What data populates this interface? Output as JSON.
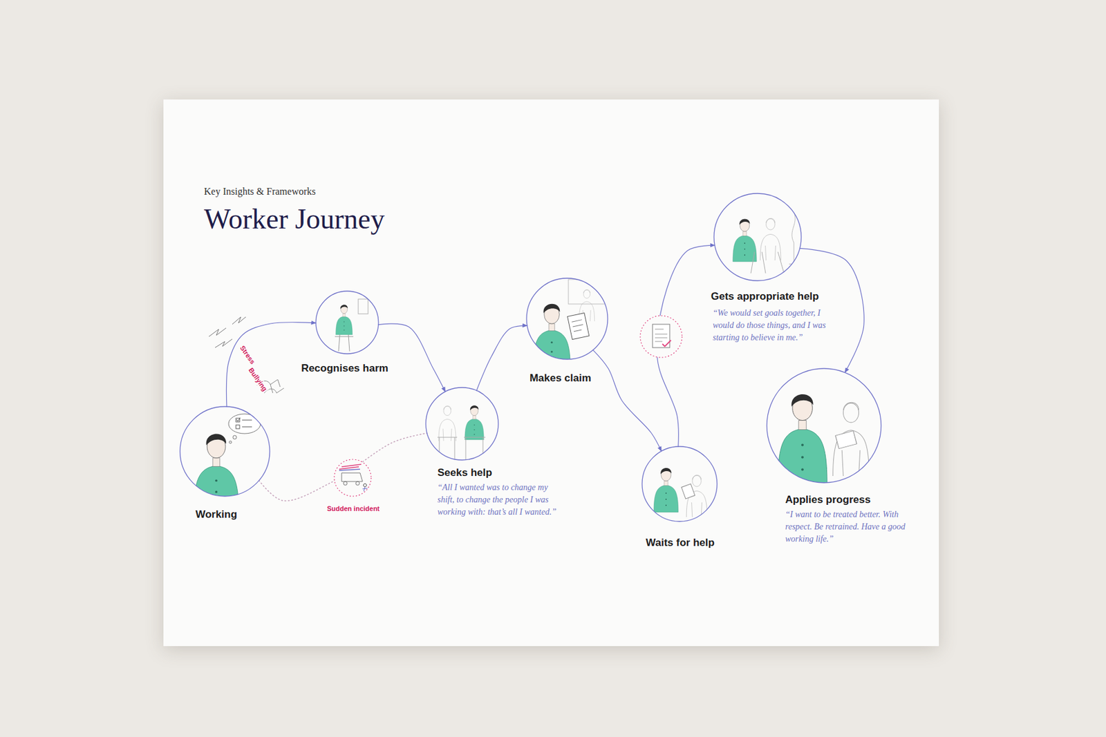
{
  "diagram": {
    "title": "Worker Journey",
    "nodes": [
      {
        "text": [
          "Working"
        ]
      },
      {
        "text": [
          "Recognises harm"
        ]
      },
      {
        "text": [
          "Seeks help",
          "“All I wanted was to change my shift, to change the people I was working with: that’s all I wanted.”"
        ]
      },
      {
        "text": [
          "Makes claim"
        ]
      },
      {
        "text": [
          "Waits for help"
        ]
      },
      {
        "text": [
          "Gets appropriate help",
          "“We would set goals together, I would do those things, and I was starting to believe in me.”"
        ]
      },
      {
        "text": [
          "Applies progress",
          "“I want to be treated better. With respect. Be retrained. Have a good working life.”"
        ]
      }
    ],
    "edges": [
      {
        "from": 0,
        "to": 1,
        "arrow": "to"
      },
      {
        "from": 1,
        "to": 2,
        "arrow": "to"
      },
      {
        "from": 2,
        "to": 3,
        "arrow": "to"
      },
      {
        "from": 3,
        "to": 4,
        "arrow": "to"
      },
      {
        "from": 4,
        "to": 5,
        "arrow": "to"
      },
      {
        "from": 5,
        "to": 6,
        "arrow": "to"
      },
      {
        "from": 0,
        "to": 2,
        "label": "Sudden incident",
        "arrow": "none"
      }
    ],
    "labels": [
      "Key Insights & Frameworks",
      "Stress",
      "Bullying"
    ]
  }
}
